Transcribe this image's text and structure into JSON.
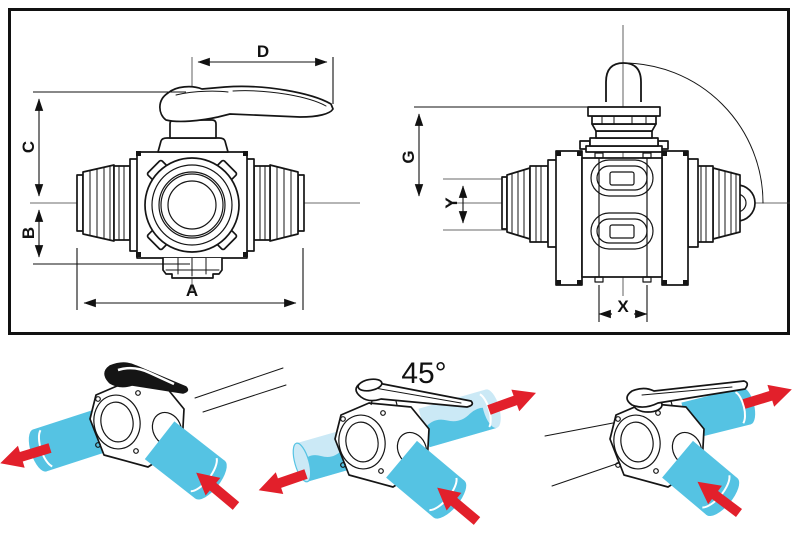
{
  "labels": {
    "A": "A",
    "B": "B",
    "C": "C",
    "D": "D",
    "G": "G",
    "Y": "Y",
    "X": "X",
    "angle": "45°"
  },
  "colors": {
    "outline": "#151515",
    "pipe_blue": "#55C3E3",
    "pipe_blue_light": "#CBE9F6",
    "arrow_red": "#E2202B"
  }
}
